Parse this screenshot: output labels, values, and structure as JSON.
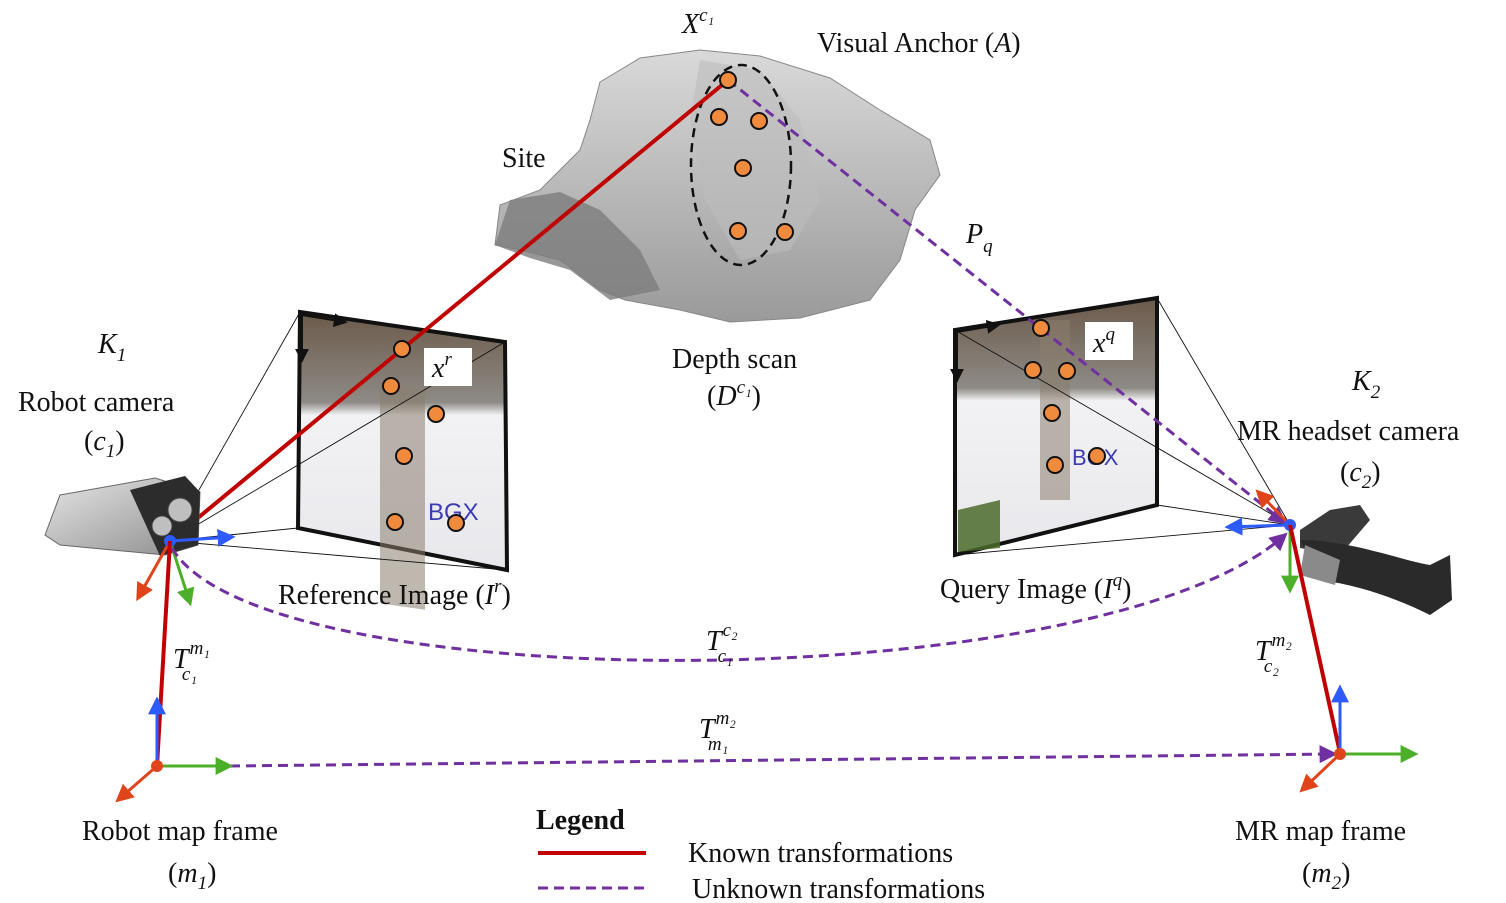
{
  "labels": {
    "site": "Site",
    "visual_anchor": "Visual Anchor (",
    "visual_anchor_var": "A",
    "visual_anchor_close": ")",
    "depth_scan": "Depth scan",
    "depth_var": "D",
    "depth_sup": "c₁",
    "anchor_point": "X",
    "anchor_point_sup": "c₁",
    "pq": "P",
    "pq_sub": "q",
    "k1": "K",
    "k1_sub": "1",
    "k2": "K",
    "k2_sub": "2",
    "robot_camera": "Robot camera",
    "robot_camera_var": "c",
    "robot_camera_sub": "1",
    "mr_camera": "MR headset camera",
    "mr_camera_var": "c",
    "mr_camera_sub": "2",
    "xr": "x",
    "xr_sup": "r",
    "xq": "x",
    "xq_sup": "q",
    "reference_image": "Reference Image (",
    "reference_image_var": "I",
    "reference_image_sup": "r",
    "query_image": "Query Image (",
    "query_image_var": "I",
    "query_image_sup": "q",
    "t_c1_c2": "T",
    "t_c1_c2_sup": "c₂",
    "t_c1_c2_sub": "c₁",
    "t_m1_c1": "T",
    "t_m1_c1_sup": "m₁",
    "t_m1_c1_sub": "c₁",
    "t_m2_c2": "T",
    "t_m2_c2_sup": "m₂",
    "t_m2_c2_sub": "c₂",
    "t_m1_m2": "T",
    "t_m1_m2_sup": "m₂",
    "t_m1_m2_sub": "m₁",
    "robot_map": "Robot map frame",
    "robot_map_var": "m",
    "robot_map_sub": "1",
    "mr_map": "MR map frame",
    "mr_map_var": "m",
    "mr_map_sub": "2"
  },
  "legend": {
    "title": "Legend",
    "known": "Known transformations",
    "unknown": "Unknown transformations"
  },
  "colors": {
    "known": "#c00000",
    "unknown": "#7030a0",
    "axis_x": "#e0441b",
    "axis_y": "#4caf2a",
    "axis_z": "#2e5bff",
    "feature": "#f08a3c"
  }
}
